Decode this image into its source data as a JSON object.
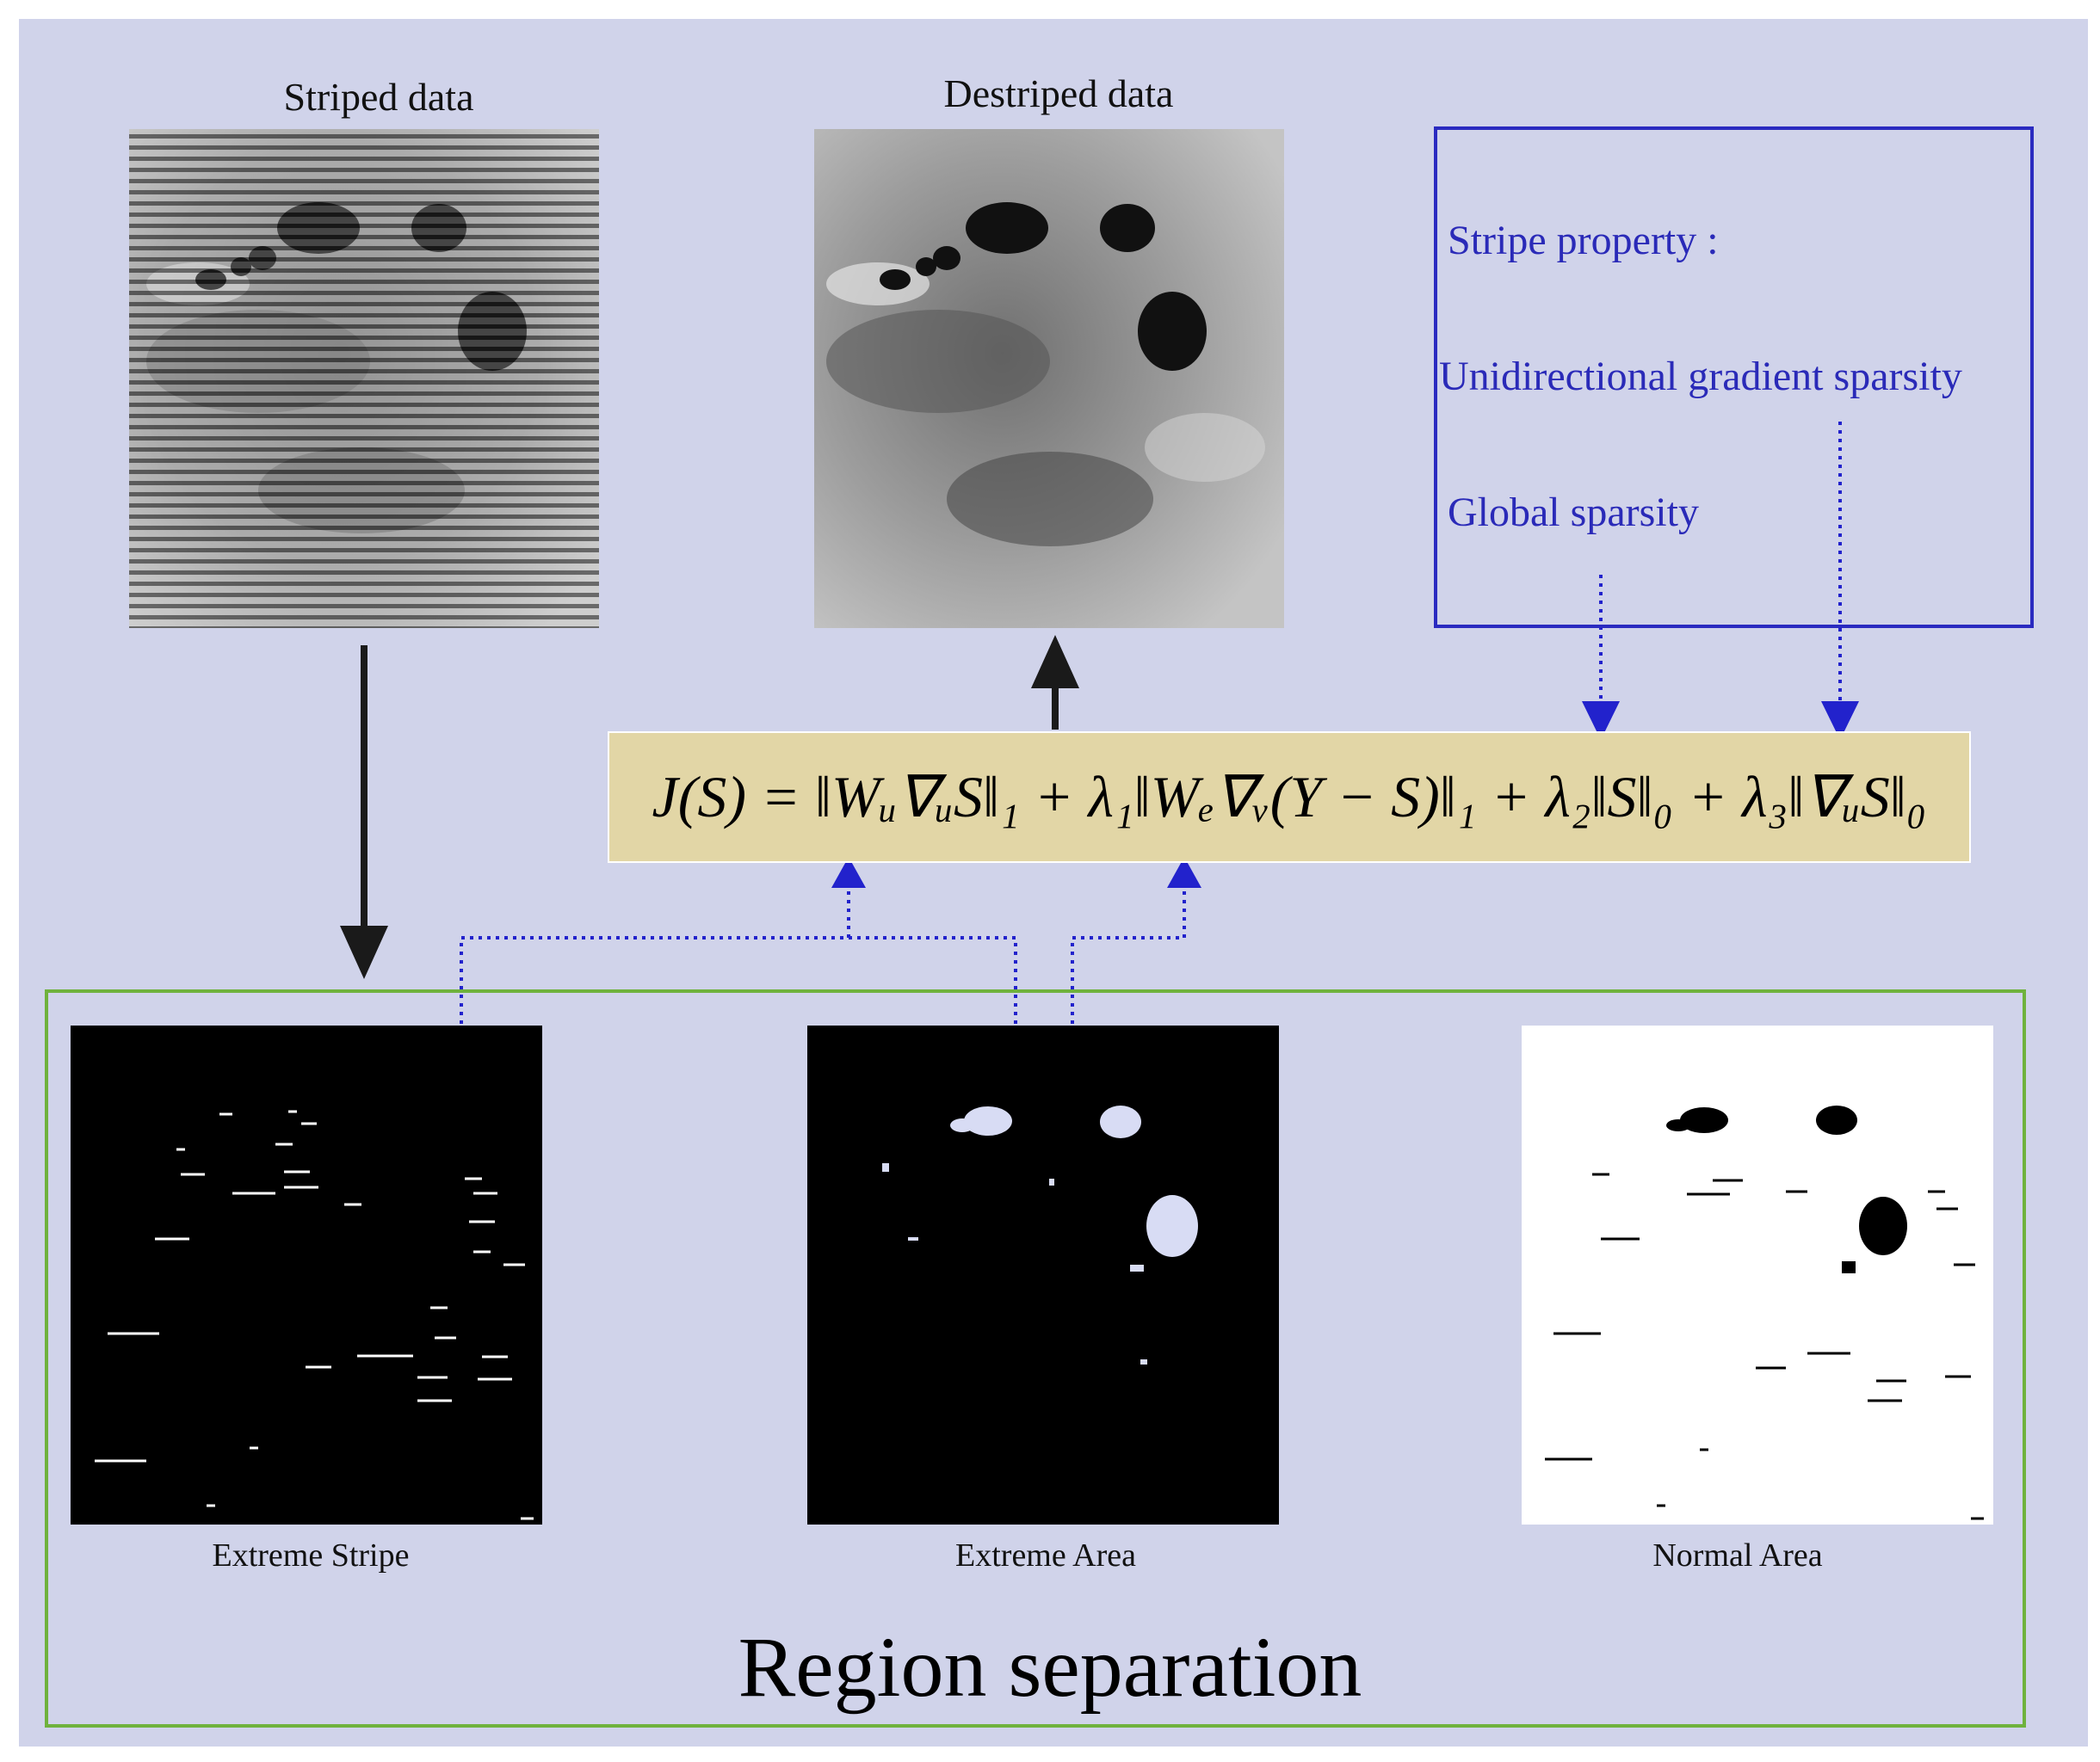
{
  "striped_title": "Striped data",
  "destriped_title": "Destriped data",
  "stripe_property": {
    "heading": "Stripe property :",
    "items": [
      "Unidirectional gradient sparsity",
      "Global sparsity"
    ]
  },
  "formula": "J(S) = ‖Wᵤ∇ᵤS‖₁ + λ₁‖Wₑ∇ᵥ(Y − S)‖₁ + λ₂‖S‖₀ + λ₃‖∇ᵤS‖₀",
  "captions": {
    "extreme_stripe": "Extreme Stripe",
    "extreme_area": "Extreme Area",
    "normal_area": "Normal Area"
  },
  "region_title": "Region separation",
  "colors": {
    "background": "#d0d3ea",
    "stripe_box_border": "#2a2ac0",
    "region_box_border": "#6fb23d",
    "formula_fill": "#e2d6a6",
    "dotted_arrow": "#2222cc"
  }
}
